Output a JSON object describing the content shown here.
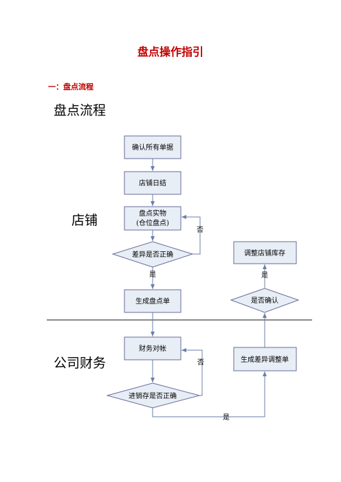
{
  "document": {
    "title": "盘点操作指引",
    "section_heading": "一：盘点流程",
    "diagram_title": "盘点流程"
  },
  "lanes": {
    "store": "店铺",
    "finance": "公司财务"
  },
  "nodes": {
    "confirm_docs": "确认所有单据",
    "daily_close": "店铺日结",
    "count_line1": "盘点实物",
    "count_line2": "(仓位盘点)",
    "diff_check": "差异是否正确",
    "gen_count_sheet": "生成盘点单",
    "reconcile": "财务对帐",
    "stock_check": "进销存是否正确",
    "gen_adjust_sheet": "生成差异调整单",
    "confirm_check": "是否确认",
    "adjust_inventory": "调整店铺库存"
  },
  "edge_labels": {
    "diff_no": "否",
    "diff_yes": "是",
    "stock_no": "否",
    "stock_yes": "是",
    "confirm_yes": "是"
  },
  "colors": {
    "box_fill": "#e8eef6",
    "box_stroke": "#6a6a9a",
    "arrow": "#6a7fa8",
    "divider": "#444444",
    "heading_red": "#c00000"
  }
}
